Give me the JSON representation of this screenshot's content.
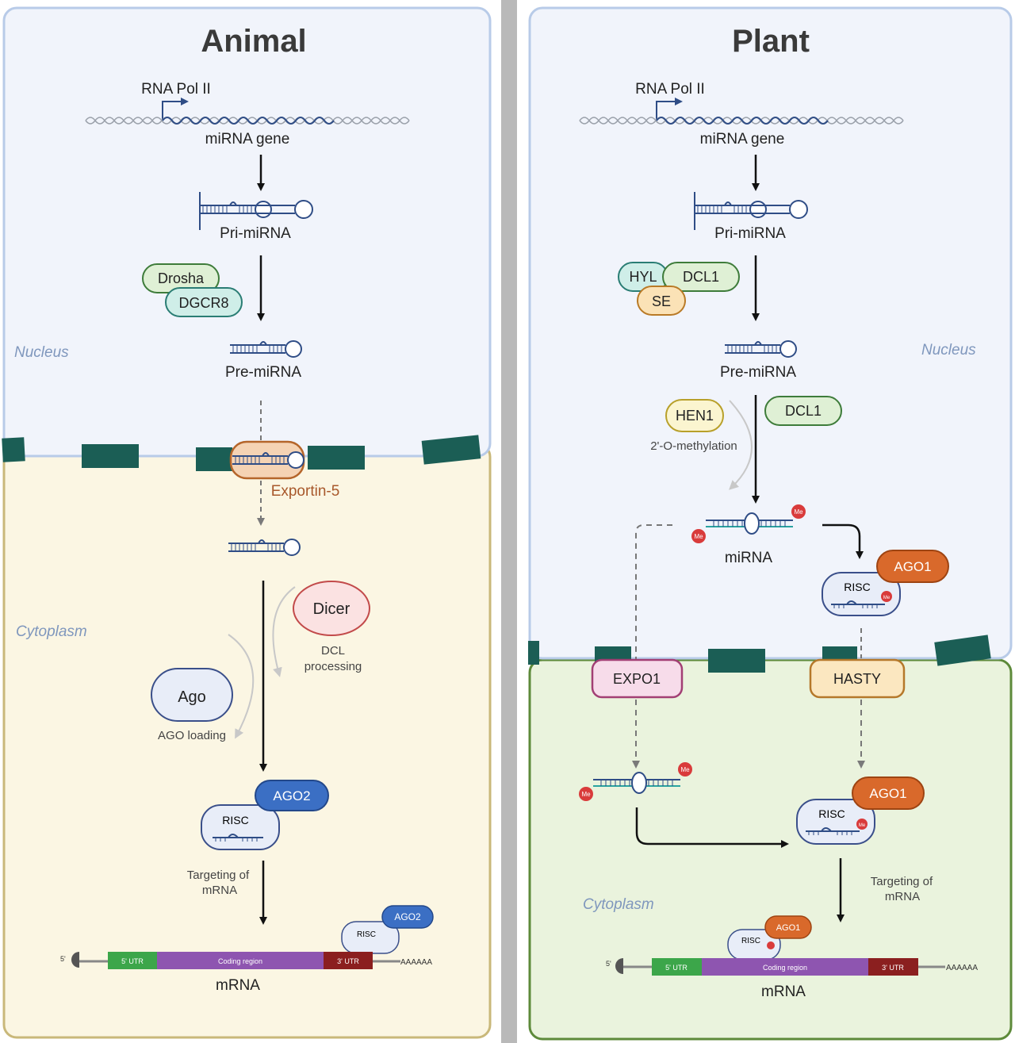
{
  "animal": {
    "title": "Animal",
    "rna_pol": "RNA Pol II",
    "gene": "miRNA gene",
    "pri": "Pri-miRNA",
    "drosha": "Drosha",
    "dgcr8": "DGCR8",
    "nucleus": "Nucleus",
    "pre": "Pre-miRNA",
    "exportin": "Exportin-5",
    "cytoplasm": "Cytoplasm",
    "dicer": "Dicer",
    "dcl_line1": "DCL",
    "dcl_line2": "processing",
    "ago": "Ago",
    "ago_loading": "AGO loading",
    "ago2": "AGO2",
    "risc": "RISC",
    "targeting_line1": "Targeting of",
    "targeting_line2": "mRNA",
    "mrna_ago2": "AGO2",
    "mrna_risc": "RISC",
    "five_prime": "5'",
    "utr5": "5' UTR",
    "coding": "Coding region",
    "utr3": "3' UTR",
    "polya": "AAAAAA",
    "mrna": "mRNA"
  },
  "plant": {
    "title": "Plant",
    "rna_pol": "RNA Pol II",
    "gene": "miRNA gene",
    "pri": "Pri-miRNA",
    "hyl": "HYL",
    "dcl1_a": "DCL1",
    "se": "SE",
    "pre": "Pre-miRNA",
    "nucleus": "Nucleus",
    "hen1": "HEN1",
    "methylation": "2'-O-methylation",
    "dcl1_b": "DCL1",
    "mirna": "miRNA",
    "me": "Me",
    "ago1_nuc": "AGO1",
    "risc_nuc": "RISC",
    "expo1": "EXPO1",
    "hasty": "HASTY",
    "ago1_cyto": "AGO1",
    "risc_cyto": "RISC",
    "cytoplasm": "Cytoplasm",
    "targeting_line1": "Targeting of",
    "targeting_line2": "mRNA",
    "mrna_ago1": "AGO1",
    "mrna_risc": "RISC",
    "five_prime": "5'",
    "utr5": "5' UTR",
    "coding": "Coding region",
    "utr3": "3' UTR",
    "polya": "AAAAAA",
    "mrna": "mRNA"
  },
  "colors": {
    "nucleus_fill": "#f1f4fb",
    "nucleus_stroke": "#b8cbe8",
    "animal_cyto_fill": "#fbf6e3",
    "animal_cyto_stroke": "#c9b87a",
    "plant_cyto_fill": "#eaf3dd",
    "plant_cyto_stroke": "#5d8a3a",
    "envelope": "#1b5e55",
    "rna": "#2f4d86",
    "ago2": "#3b6fc4",
    "ago1": "#d9692b",
    "me": "#d93b3b"
  }
}
